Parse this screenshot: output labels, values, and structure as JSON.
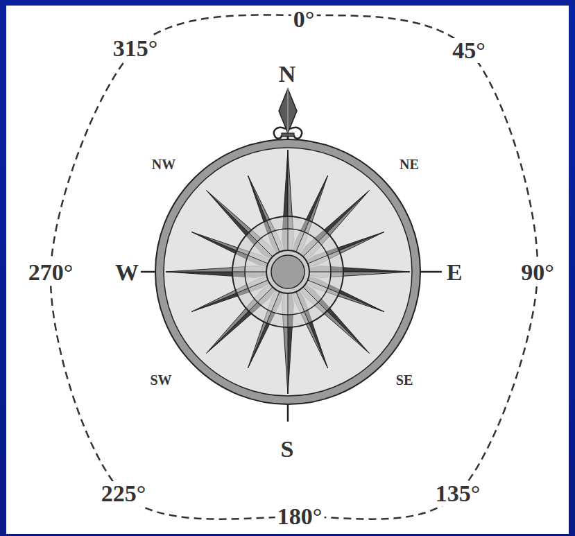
{
  "diagram": {
    "labels": [
      "0°",
      "N",
      "315°",
      "45°",
      "NW",
      "NE",
      "270°",
      "W",
      "E",
      "90°",
      "SW",
      "SE",
      "225°",
      "S",
      "135°",
      "180°"
    ]
  }
}
